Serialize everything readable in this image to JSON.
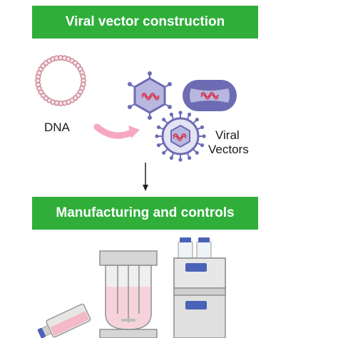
{
  "banners": {
    "top": "Viral vector construction",
    "bottom": "Manufacturing and controls"
  },
  "labels": {
    "dna": "DNA",
    "viral_line1": "Viral",
    "viral_line2": "Vectors"
  },
  "colors": {
    "banner": "#2fae3a",
    "dna_ring": "#c97f8f",
    "virus_fill": "#6d6bb3",
    "virus_body": "#b8b7e0",
    "rna": "#d53a55",
    "arrow_pink": "#f6a8c0",
    "equipment_gray": "#d6d6d6",
    "hplc_blue": "#4a63b8",
    "media_pink": "#f6d3dc"
  }
}
